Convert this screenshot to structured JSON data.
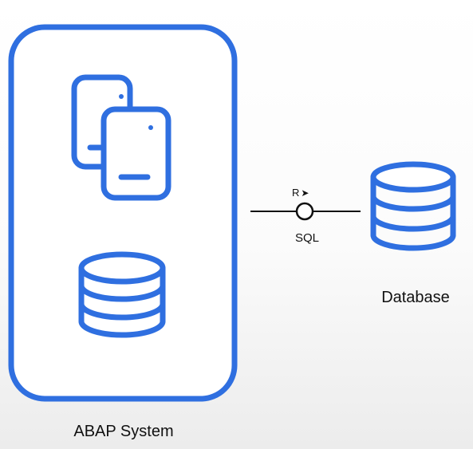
{
  "abap_system": {
    "label": "ABAP System"
  },
  "database": {
    "label": "Database"
  },
  "connection": {
    "protocol_label": "SQL",
    "access_label": "R",
    "access_direction_icon": "arrow-right-icon"
  },
  "icons": {
    "programs": "program-files-icon",
    "internal_db": "database-icon",
    "external_db": "database-icon"
  },
  "colors": {
    "accent": "#2f6fe0",
    "text": "#111111",
    "line": "#111111"
  }
}
